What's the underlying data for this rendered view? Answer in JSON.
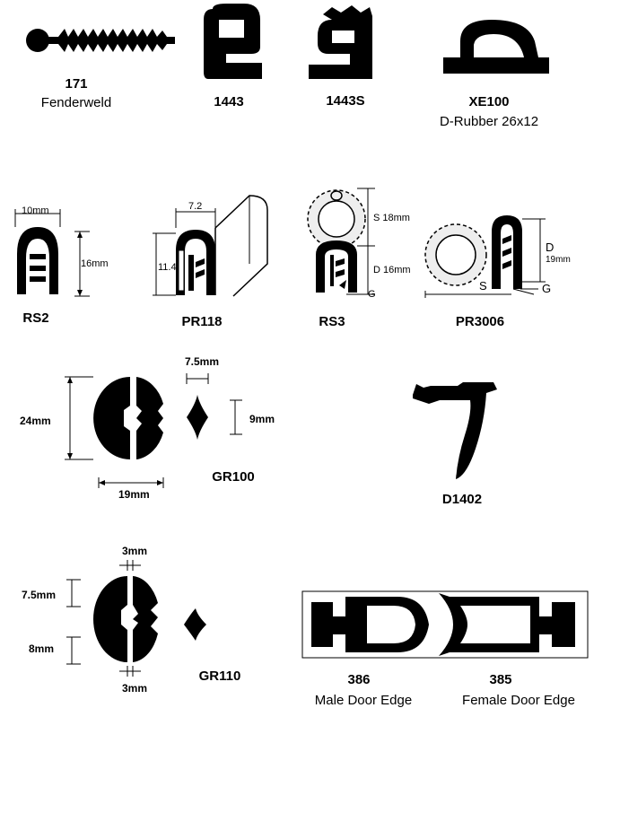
{
  "profiles": [
    {
      "code": "171",
      "name": "Fenderweld"
    },
    {
      "code": "1443",
      "name": ""
    },
    {
      "code": "1443S",
      "name": ""
    },
    {
      "code": "XE100",
      "name": "D-Rubber 26x12"
    },
    {
      "code": "RS2",
      "name": "",
      "dims": [
        "10mm",
        "16mm"
      ]
    },
    {
      "code": "PR118",
      "name": "",
      "dims": [
        "7.2",
        "11.4"
      ]
    },
    {
      "code": "RS3",
      "name": "",
      "dims": [
        "S 18mm",
        "D 16mm",
        "G"
      ]
    },
    {
      "code": "PR3006",
      "name": "",
      "dims": [
        "D",
        "19mm",
        "S",
        "G"
      ]
    },
    {
      "code": "GR100",
      "name": "",
      "dims": [
        "7.5mm",
        "24mm",
        "9mm",
        "19mm"
      ]
    },
    {
      "code": "D1402",
      "name": ""
    },
    {
      "code": "GR110",
      "name": "",
      "dims": [
        "3mm",
        "7.5mm",
        "8mm",
        "3mm"
      ]
    },
    {
      "code": "386",
      "name": "Male Door Edge"
    },
    {
      "code": "385",
      "name": "Female Door Edge"
    }
  ],
  "colors": {
    "ink": "#000000",
    "bg": "#ffffff",
    "leader": "#444444"
  }
}
